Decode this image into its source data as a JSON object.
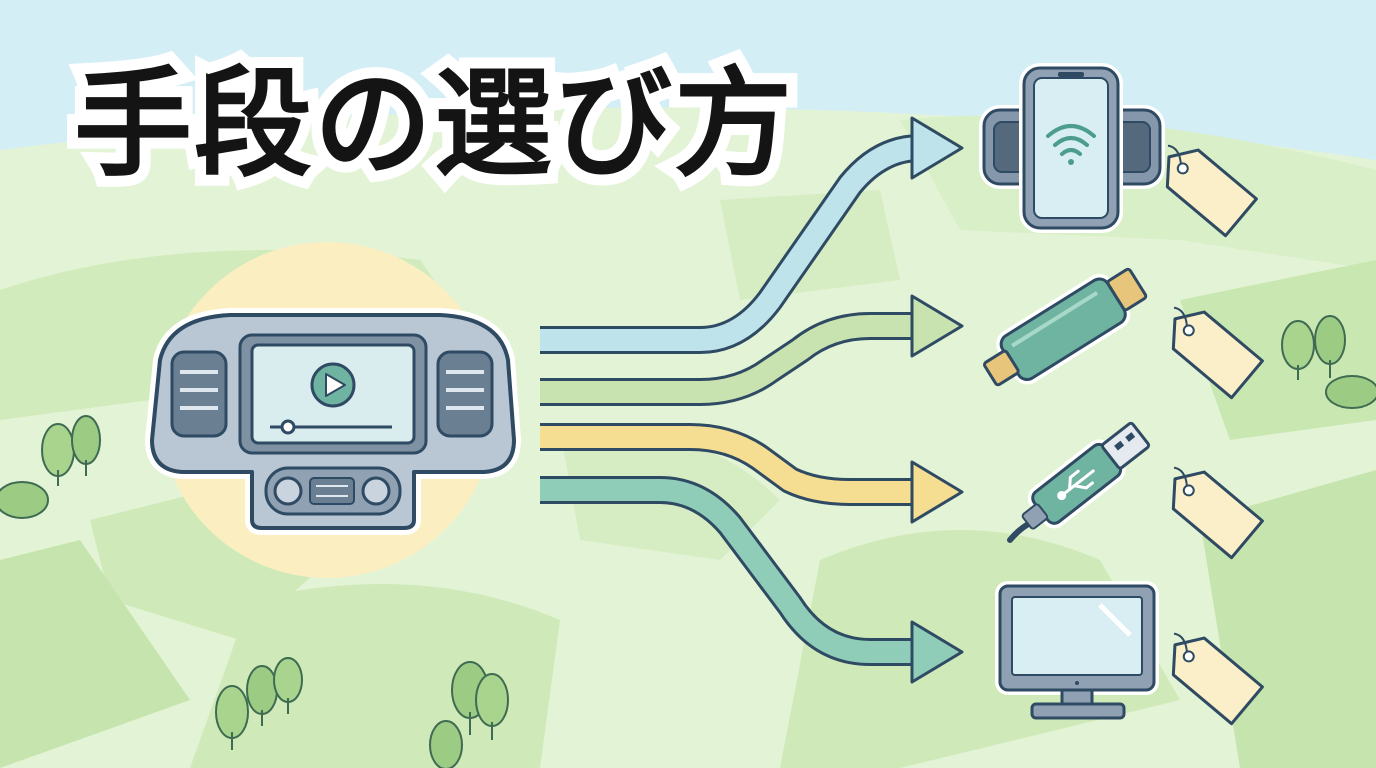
{
  "title": "手段の選び方",
  "colors": {
    "sky": "#d4eef6",
    "field_light": "#e3f3d6",
    "field_mid": "#cfeab8",
    "field_dark": "#bfe0a4",
    "glow": "#fbefc2",
    "arrow_blue": "#bfe3ea",
    "arrow_green": "#c8e3b0",
    "arrow_yellow": "#f5dd92",
    "arrow_teal": "#8fcdb8",
    "outline": "#2f4a63",
    "tag": "#faefc8"
  },
  "source": {
    "name": "car-dashboard",
    "screen_icon": "play-icon"
  },
  "options": [
    {
      "name": "wireless-phone-mount",
      "icon": "wifi-icon",
      "arrow_color": "#bfe3ea"
    },
    {
      "name": "hdmi-dongle",
      "icon": "hdmi-icon",
      "arrow_color": "#c8e3b0"
    },
    {
      "name": "usb-cable",
      "icon": "usb-icon",
      "arrow_color": "#f5dd92"
    },
    {
      "name": "external-monitor",
      "icon": "monitor-icon",
      "arrow_color": "#8fcdb8"
    }
  ]
}
